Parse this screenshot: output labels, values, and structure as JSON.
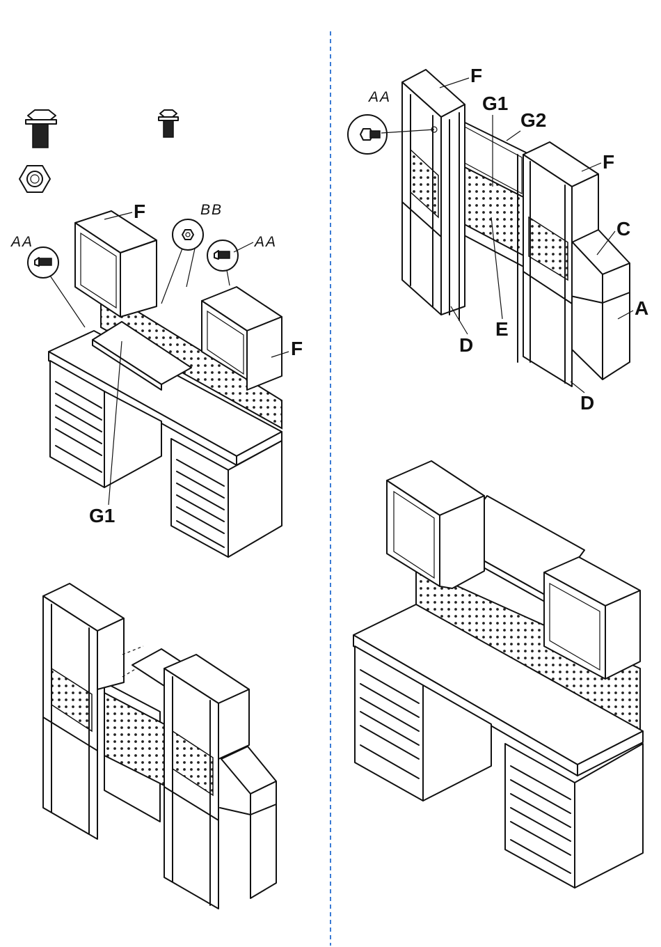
{
  "panel_top_left": {
    "labels": {
      "f_upper_left": "F",
      "bb": "BB",
      "aa_left": "AA",
      "aa_right": "AA",
      "f_right": "F",
      "g1": "G1"
    }
  },
  "panel_top_right": {
    "labels": {
      "aa": "AA",
      "f_left": "F",
      "g1": "G1",
      "g2": "G2",
      "f_right": "F",
      "c": "C",
      "a": "A",
      "e": "E",
      "d_left": "D",
      "d_right": "D"
    }
  },
  "colors": {
    "line": "#111111",
    "divider": "#3a7bd5",
    "background": "#ffffff"
  }
}
